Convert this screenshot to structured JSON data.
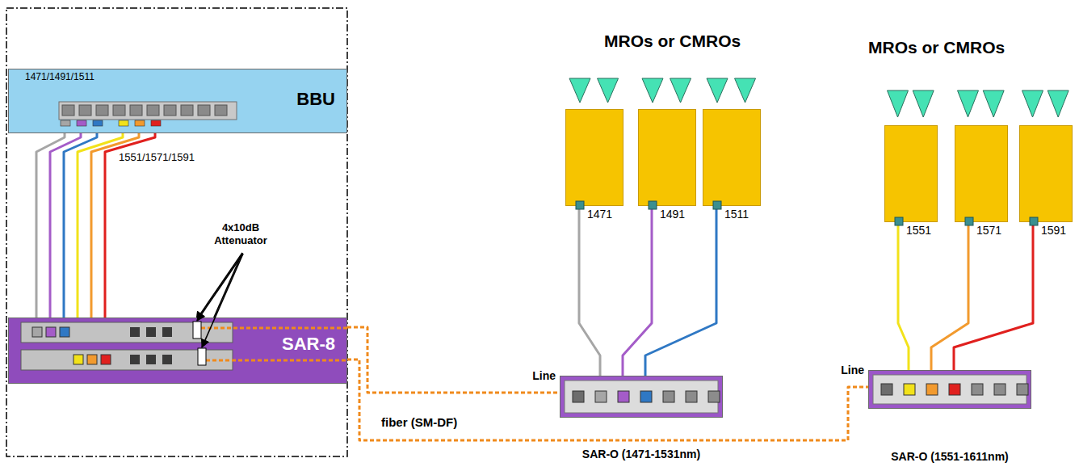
{
  "diagram": {
    "nodes": [
      {
        "text": [
          "1471/1491/1511",
          "BBU"
        ]
      },
      {
        "text": [
          "SAR-8"
        ]
      },
      {
        "text": [
          "1471"
        ]
      },
      {
        "text": [
          "1491"
        ]
      },
      {
        "text": [
          "1511"
        ]
      },
      {
        "text": [
          "Line",
          "SAR-O (1471-1531nm)"
        ]
      },
      {
        "text": [
          "1551"
        ]
      },
      {
        "text": [
          "1571"
        ]
      },
      {
        "text": [
          "1591"
        ]
      },
      {
        "text": [
          "Line",
          "SAR-O (1551-1611nm)"
        ]
      }
    ],
    "edges": [
      {
        "from": 0,
        "to": 1,
        "arrow": "none"
      },
      {
        "from": 0,
        "to": 1,
        "arrow": "none"
      },
      {
        "from": 0,
        "to": 1,
        "arrow": "none"
      },
      {
        "from": 0,
        "to": 1,
        "arrow": "none"
      },
      {
        "from": 0,
        "to": 1,
        "arrow": "none"
      },
      {
        "from": 0,
        "to": 1,
        "arrow": "none"
      },
      {
        "from": 2,
        "to": 5,
        "arrow": "none"
      },
      {
        "from": 3,
        "to": 5,
        "arrow": "none"
      },
      {
        "from": 4,
        "to": 5,
        "arrow": "none"
      },
      {
        "from": 6,
        "to": 9,
        "arrow": "none"
      },
      {
        "from": 7,
        "to": 9,
        "arrow": "none"
      },
      {
        "from": 8,
        "to": 9,
        "arrow": "none"
      },
      {
        "from": 1,
        "to": 5,
        "arrow": "none"
      },
      {
        "from": 1,
        "to": 9,
        "arrow": "none"
      }
    ],
    "labels": [
      "MROs or CMROs",
      "MROs or CMROs",
      "1551/1571/1591",
      "4x10dB Attenuator",
      "fiber (SM-DF)"
    ]
  }
}
